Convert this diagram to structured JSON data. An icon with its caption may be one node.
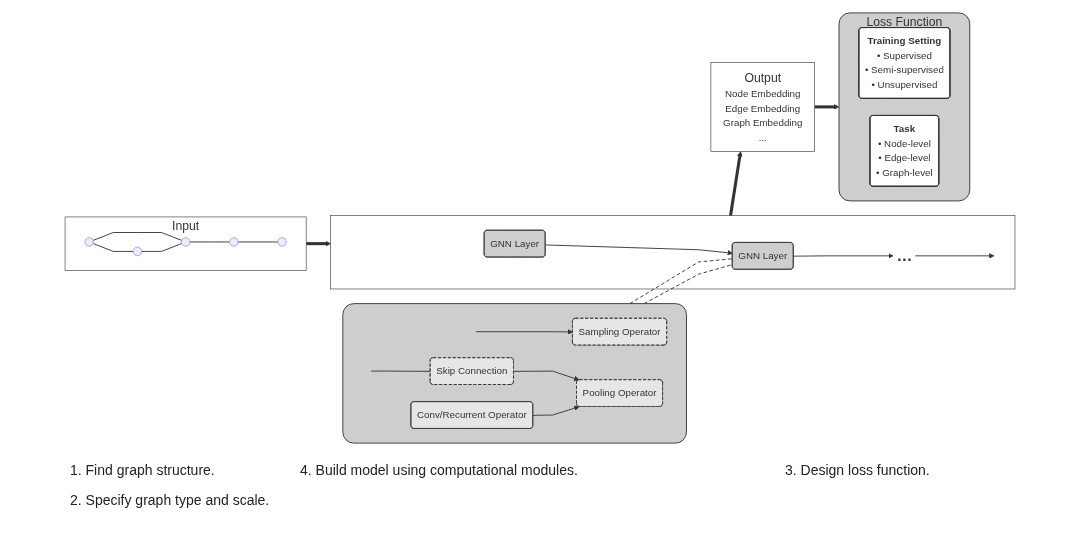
{
  "diagram": {
    "nodes": [
      {
        "text": [],
        "shape": "box"
      },
      {
        "text": [
          "Skip Connection"
        ],
        "in": 0
      },
      {
        "text": [
          "Sampling Operator"
        ],
        "in": 0
      },
      {
        "text": [
          "Conv/Recurrent Operator"
        ],
        "in": 0
      },
      {
        "text": [
          "Pooling Operator"
        ],
        "in": 0
      },
      {
        "text": [
          "Input"
        ]
      },
      {
        "text": [],
        "shape": "circle",
        "in": 5
      },
      {
        "text": [],
        "shape": "circle",
        "in": 5
      },
      {
        "text": [],
        "shape": "circle",
        "in": 5
      },
      {
        "text": [],
        "shape": "circle",
        "in": 5
      },
      {
        "text": [],
        "shape": "circle",
        "in": 5
      },
      {
        "text": [],
        "shape": "box"
      },
      {
        "text": [
          "GNN Layer"
        ],
        "in": 11
      },
      {
        "text": [
          "GNN Layer"
        ],
        "in": 11
      },
      {
        "text": [
          "…"
        ],
        "in": 11
      },
      {
        "text": [
          "Output",
          "Node Embedding",
          "Edge Embedding",
          "Graph Embedding",
          "..."
        ]
      },
      {
        "text": [
          "Loss Function"
        ]
      },
      {
        "text": [
          "Training Setting",
          "• Supervised",
          "• Semi-supervised",
          "• Unsupervised"
        ],
        "in": 16
      },
      {
        "text": [
          "Task",
          "• Node-level",
          "• Edge-level",
          "• Graph-level"
        ],
        "in": 16
      }
    ],
    "edges": [
      {
        "from": null,
        "to": 2,
        "arrow": "to"
      },
      {
        "from": null,
        "to": 1,
        "arrow": "none"
      },
      {
        "from": 1,
        "to": 4,
        "arrow": "to"
      },
      {
        "from": 3,
        "to": 4,
        "arrow": "to"
      },
      {
        "from": 0,
        "to": 13,
        "arrow": "none",
        "style": "dashed"
      },
      {
        "from": 0,
        "to": 13,
        "arrow": "none",
        "style": "dashed"
      },
      {
        "from": 6,
        "to": 7,
        "arrow": "none"
      },
      {
        "from": 6,
        "to": 8,
        "arrow": "none"
      },
      {
        "from": 7,
        "to": 8,
        "arrow": "none"
      },
      {
        "from": 8,
        "to": 9,
        "arrow": "none"
      },
      {
        "from": 9,
        "to": 10,
        "arrow": "none"
      },
      {
        "from": 5,
        "to": 11,
        "arrow": "to",
        "style": "thick"
      },
      {
        "from": 12,
        "to": 13,
        "arrow": "to"
      },
      {
        "from": 13,
        "to": 14,
        "arrow": "to"
      },
      {
        "from": 14,
        "to": null,
        "arrow": "to"
      },
      {
        "from": 11,
        "to": 15,
        "arrow": "to",
        "style": "thick"
      },
      {
        "from": 15,
        "to": 16,
        "arrow": "to",
        "style": "thick"
      }
    ],
    "labels": [
      "1. Find graph structure.",
      "4. Build model using computational modules.",
      "3. Design loss function.",
      "2. Specify graph type and scale."
    ]
  }
}
